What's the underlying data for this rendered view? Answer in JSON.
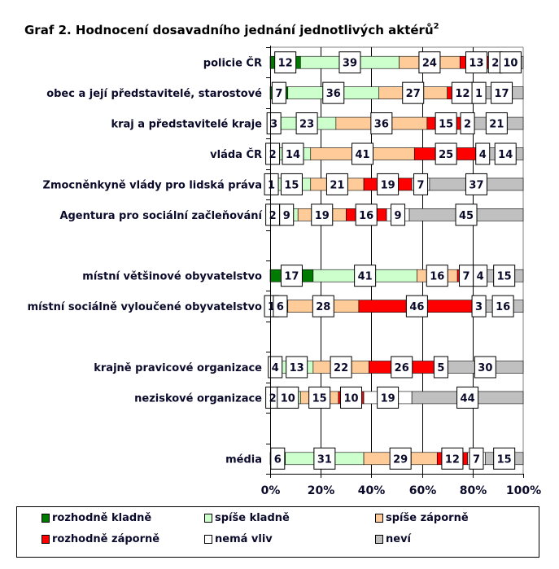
{
  "chart_data": {
    "type": "bar",
    "orientation": "horizontal",
    "stacked": true,
    "percent": true,
    "title": "Graf 2. Hodnocení dosavadního jednání jednotlivých aktérů",
    "title_footnote": "2",
    "xlabel": "",
    "ylabel": "",
    "xlim": [
      0,
      100
    ],
    "x_ticks": [
      "0%",
      "20%",
      "40%",
      "60%",
      "80%",
      "100%"
    ],
    "grid": true,
    "legend_position": "bottom",
    "categories": [
      "policie ČR",
      "obec a její představitelé, starostové",
      "kraj a představitelé kraje",
      "vláda ČR",
      "Zmocněnkyně vlády pro lidská práva",
      "Agentura pro sociální začleňování",
      "",
      "místní většinové obyvatelstvo",
      "místní sociálně vyloučené obyvatelstvo",
      "",
      "krajně pravicové organizace",
      "neziskové organizace",
      "",
      "média"
    ],
    "series": [
      {
        "name": "rozhodně kladně",
        "color": "#007a00",
        "values": [
          12,
          7,
          3,
          2,
          1,
          2,
          null,
          17,
          1,
          null,
          4,
          2,
          null,
          6
        ]
      },
      {
        "name": "spíše kladně",
        "color": "#ccffcc",
        "values": [
          39,
          36,
          23,
          14,
          15,
          9,
          null,
          41,
          6,
          null,
          13,
          10,
          null,
          31
        ]
      },
      {
        "name": "spíše záporně",
        "color": "#ffcc99",
        "values": [
          24,
          27,
          36,
          41,
          21,
          19,
          null,
          16,
          28,
          null,
          22,
          15,
          null,
          29
        ]
      },
      {
        "name": "rozhodně záporně",
        "color": "#ff0000",
        "values": [
          13,
          12,
          15,
          25,
          19,
          16,
          null,
          7,
          46,
          null,
          26,
          10,
          null,
          12
        ]
      },
      {
        "name": "nemá vliv",
        "color": "#ffffff",
        "values": [
          2,
          1,
          2,
          4,
          7,
          9,
          null,
          4,
          3,
          null,
          5,
          19,
          null,
          7
        ]
      },
      {
        "name": "neví",
        "color": "#c0c0c0",
        "values": [
          10,
          17,
          21,
          14,
          37,
          45,
          null,
          15,
          16,
          null,
          30,
          44,
          null,
          15
        ]
      }
    ]
  }
}
